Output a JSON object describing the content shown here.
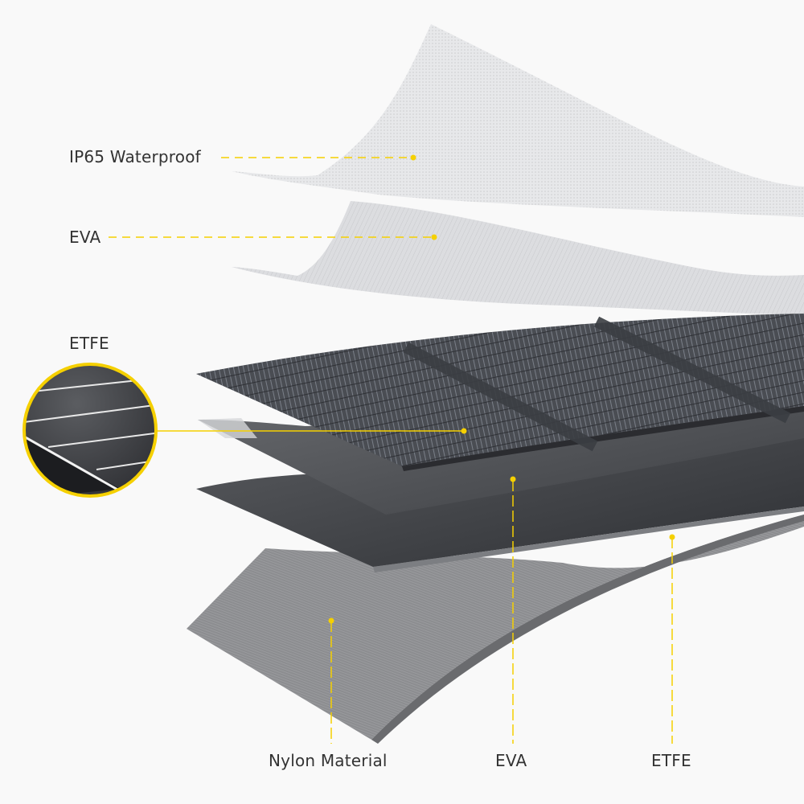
{
  "diagram": {
    "subject": "solar-panel-layer-structure",
    "accent_color": "#f5d000",
    "left_labels": [
      {
        "id": "ip65",
        "text": "IP65 Waterproof"
      },
      {
        "id": "eva_top",
        "text": "EVA"
      },
      {
        "id": "etfe_top",
        "text": "ETFE"
      }
    ],
    "bottom_labels": [
      {
        "id": "nylon",
        "text": "Nylon Material"
      },
      {
        "id": "eva_bottom",
        "text": "EVA"
      },
      {
        "id": "etfe_bottom",
        "text": "ETFE"
      }
    ],
    "inset": {
      "description": "magnified ETFE surface texture",
      "border_color": "#f5d000"
    }
  }
}
